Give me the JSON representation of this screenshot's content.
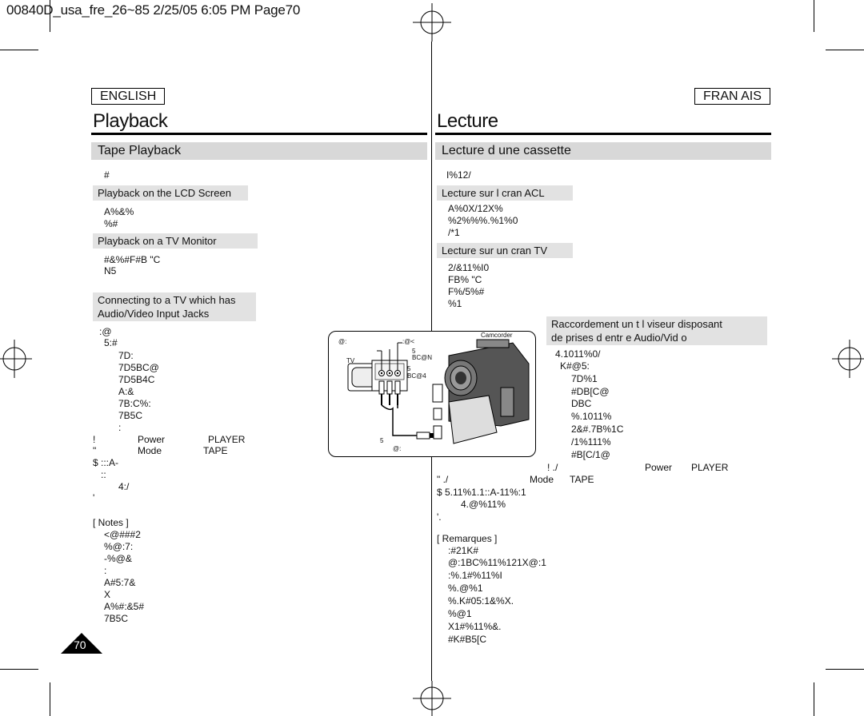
{
  "header": {
    "file_line": "00840D_usa_fre_26~85  2/25/05  6:05 PM  Page70"
  },
  "en": {
    "lang_label": "ENGLISH",
    "title": "Playback",
    "section_title": "Tape Playback",
    "intro": "#",
    "lcd_heading": "Playback on the LCD Screen",
    "lcd_lines": [
      "A%&%",
      "%#"
    ],
    "tv_heading": "Playback on a TV Monitor",
    "tv_lines": [
      "#&%#F#B \"C",
      "N5"
    ],
    "av_heading_1": "Connecting to a TV which has",
    "av_heading_2": "Audio/Video Input Jacks",
    "steps_a": [
      ":@",
      "5:#"
    ],
    "steps_b": [
      "7D:",
      "7D5BC@",
      "7D5B4C",
      "A:&",
      "7B:C%:",
      "7B5C",
      ":"
    ],
    "step1_bullet": "!",
    "step1_power": "Power",
    "step1_player": "PLAYER",
    "step2_bullet": "\"",
    "step2_mode": "Mode",
    "step2_tape": "TAPE",
    "step3": "$ :::A-",
    "step3b": "::",
    "step3c": "4:/",
    "step4": "'",
    "notes_label": "[ Notes ]",
    "notes": [
      "<@###2",
      "%@:7:",
      "-%@&",
      ":",
      "A#5:7&",
      "X",
      "A%#:&5#",
      "7B5C"
    ],
    "page_number": "70"
  },
  "fr": {
    "lang_label": "FRAN AIS",
    "title": "Lecture",
    "section_title": "Lecture d une cassette",
    "intro": "I%12/",
    "lcd_heading": "Lecture sur l  cran ACL",
    "lcd_lines": [
      "A%0X/12X%",
      "%2%%%.%1%0",
      "/*1"
    ],
    "tv_heading": "Lecture sur un  cran TV",
    "tv_lines": [
      "2/&11%I0",
      "FB% \"C",
      "F%/5%#",
      "%1"
    ],
    "av_heading_1": "Raccordement   un t l viseur disposant",
    "av_heading_2": "de prises d entr e Audio/Vid o",
    "steps": [
      "4.1011%0/",
      "K#@5:",
      "7D%1",
      "#DB[C@",
      "DBC",
      "%.1011%",
      "2&#.7B%1C",
      "/1%111%",
      "#B[C/1@"
    ],
    "step1_bullet": "! ./",
    "step1_power": "Power",
    "step1_player": "PLAYER",
    "step2_bullet": "\"  ./",
    "step2_mode": "Mode",
    "step2_tape": "TAPE",
    "step3": "$ 5.11%1.1::A-11%:1",
    "step3b": "4.@%11%",
    "step4": "'.",
    "notes_label": "[ Remarques ]",
    "notes": [
      ":#21K#",
      "@:1BC%11%121X@:1",
      ":%.1#%11%I",
      "%.@%1",
      "%.K#05:1&%X.",
      "%@1",
      "X1#%11%&.",
      "#K#B5[C"
    ]
  },
  "figure": {
    "camcorder_label": "Camcorder",
    "tv_label": "TV",
    "jack_label_1": "@:",
    "jack_label_2": ":@<",
    "cable_label_1": "5",
    "cable_label_2": "BC@N",
    "cable_label_3": "5",
    "cable_label_4": "BC@4",
    "cable_label_5": "5",
    "cable_label_6": "@:"
  }
}
